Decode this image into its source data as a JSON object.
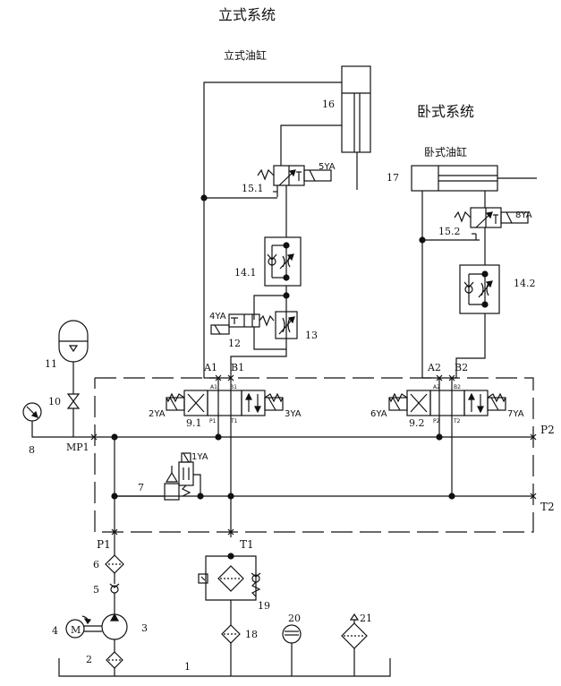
{
  "titles": {
    "vertical_system": "立式系统",
    "vertical_cylinder": "立式油缸",
    "horizontal_system": "卧式系统",
    "horizontal_cylinder": "卧式油缸"
  },
  "numbers": {
    "n1": "1",
    "n2": "2",
    "n3": "3",
    "n4": "4",
    "n5": "5",
    "n6": "6",
    "n7": "7",
    "n8": "8",
    "n10": "10",
    "n11": "11",
    "n12": "12",
    "n13": "13",
    "n14_1": "14.1",
    "n14_2": "14.2",
    "n15_1": "15.1",
    "n15_2": "15.2",
    "n16": "16",
    "n17": "17",
    "n18": "18",
    "n19": "19",
    "n20": "20",
    "n21": "21",
    "n9_1": "9.1",
    "n9_2": "9.2"
  },
  "solenoids": {
    "s1YA": "1YA",
    "s2YA": "2YA",
    "s3YA": "3YA",
    "s4YA": "4YA",
    "s5YA": "5YA",
    "s6YA": "6YA",
    "s7YA": "7YA",
    "s8YA": "8YA"
  },
  "ports": {
    "A1": "A1",
    "B1": "B1",
    "A2": "A2",
    "B2": "B2",
    "P1": "P1",
    "T1": "T1",
    "P2": "P2",
    "T2": "T2",
    "MP1": "MP1",
    "a1s": "A1",
    "b1s": "B1",
    "p1s": "P1",
    "t1s": "T1",
    "a2s": "A2",
    "b2s": "B2",
    "p2s": "P2",
    "t2s": "T2"
  },
  "motor_label": "M"
}
